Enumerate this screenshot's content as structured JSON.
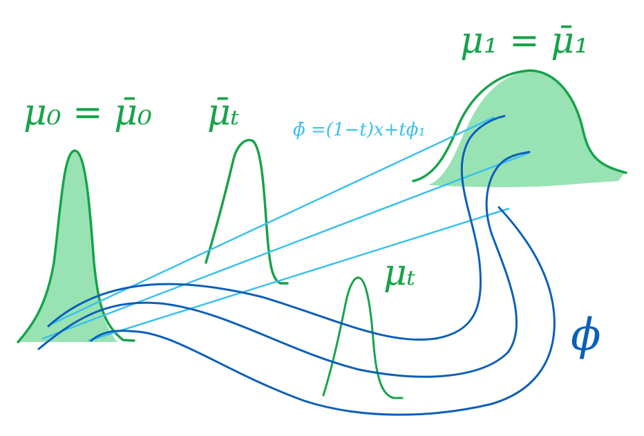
{
  "labels": {
    "mu0": "μ₀ = μ̄₀",
    "mu_bar_t": "μ̄ₜ",
    "mu1": "μ₁ = μ̄₁",
    "mu_t": "μₜ",
    "phi": "ϕ",
    "phi_bar_formula": "ϕ̄ =(1−t)x+tϕ₁"
  },
  "colors": {
    "green_fill": "#99e2b4",
    "green_stroke": "#16a34a",
    "cyan_line": "#38c0ef",
    "blue_curve": "#0b5fb8"
  }
}
